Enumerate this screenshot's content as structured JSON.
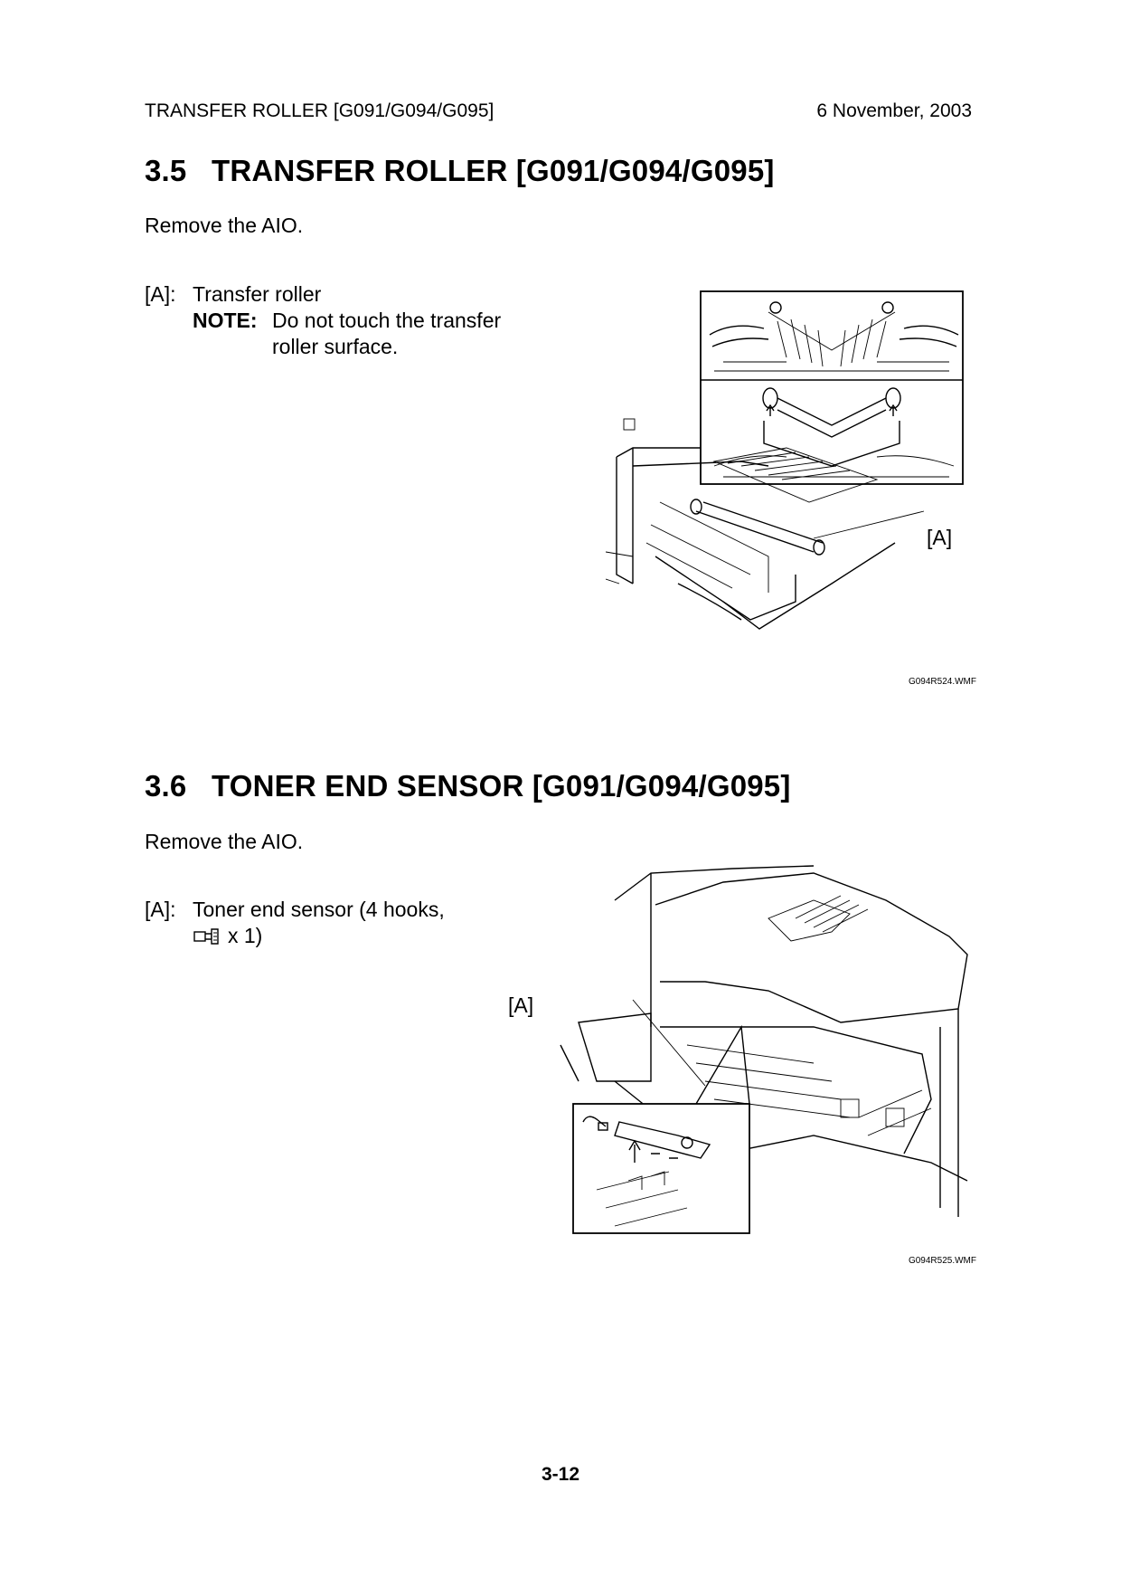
{
  "header": {
    "left": "TRANSFER ROLLER [G091/G094/G095]",
    "right": "6 November, 2003"
  },
  "section1": {
    "number": "3.5",
    "title": "TRANSFER ROLLER [G091/G094/G095]",
    "intro": "Remove the AIO.",
    "item_label": "[A]:",
    "item_text": "Transfer roller",
    "note_label": "NOTE:",
    "note_line1": "Do not touch the transfer",
    "note_line2": "roller surface.",
    "figure_callout": "[A]",
    "figure_caption": "G094R524.WMF"
  },
  "section2": {
    "number": "3.6",
    "title": "TONER END SENSOR [G091/G094/G095]",
    "intro": "Remove the AIO.",
    "item_label": "[A]:",
    "item_text_line1": "Toner end sensor (4 hooks,",
    "item_text_line2": "x 1)",
    "connector_icon": "connector-icon",
    "figure_callout": "[A]",
    "figure_caption": "G094R525.WMF"
  },
  "footer": {
    "page_number": "3-12"
  }
}
